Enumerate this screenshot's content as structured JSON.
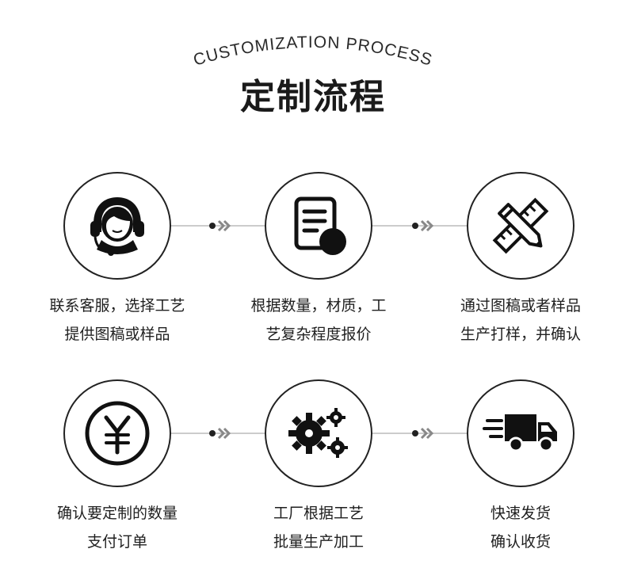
{
  "header": {
    "subtitle": "CUSTOMIZATION PROCESS",
    "title": "定制流程"
  },
  "steps": [
    {
      "icon": "headset-support-icon",
      "line1": "联系客服，选择工艺",
      "line2": "提供图稿或样品"
    },
    {
      "icon": "document-list-icon",
      "line1": "根据数量，材质，工",
      "line2": "艺复杂程度报价"
    },
    {
      "icon": "ruler-pencil-icon",
      "line1": "通过图稿或者样品",
      "line2": "生产打样，并确认"
    },
    {
      "icon": "yen-coin-icon",
      "line1": "确认要定制的数量",
      "line2": "支付订单"
    },
    {
      "icon": "gears-icon",
      "line1": "工厂根据工艺",
      "line2": "批量生产加工"
    },
    {
      "icon": "delivery-truck-icon",
      "line1": "快速发货",
      "line2": "确认收货"
    }
  ],
  "colors": {
    "ink": "#1a1a1a",
    "line": "#bbbbbb",
    "chevron": "#888888"
  }
}
